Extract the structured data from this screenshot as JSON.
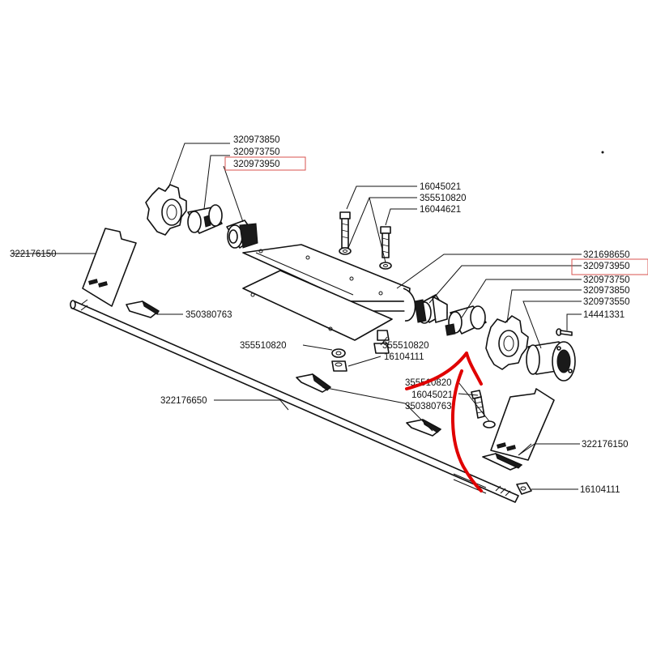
{
  "labels": {
    "sprocket_left": "320973850",
    "bushing_left": "320973750",
    "hub_left": "320973950",
    "bolt_long": "16045021",
    "washer_top": "355510820",
    "bolt_short": "16044621",
    "plate_left": "322176150",
    "key_left": "350380763",
    "bracket": "321698650",
    "hub_right": "320973950",
    "bushing_right": "320973750",
    "sprocket_right": "320973850",
    "flange_bearing": "320973550",
    "screw_small": "14441331",
    "washer_mid": "355510820",
    "nut_mid": "16104111",
    "shaft": "322176650",
    "washer_low": "355510820",
    "bolt_low": "16045021",
    "key_mid": "350380763",
    "plate_right": "322176150",
    "nut_end": "16104111"
  },
  "colors": {
    "highlight_box": "#d9534f",
    "marker_stroke": "#e00000",
    "line": "#111111"
  }
}
